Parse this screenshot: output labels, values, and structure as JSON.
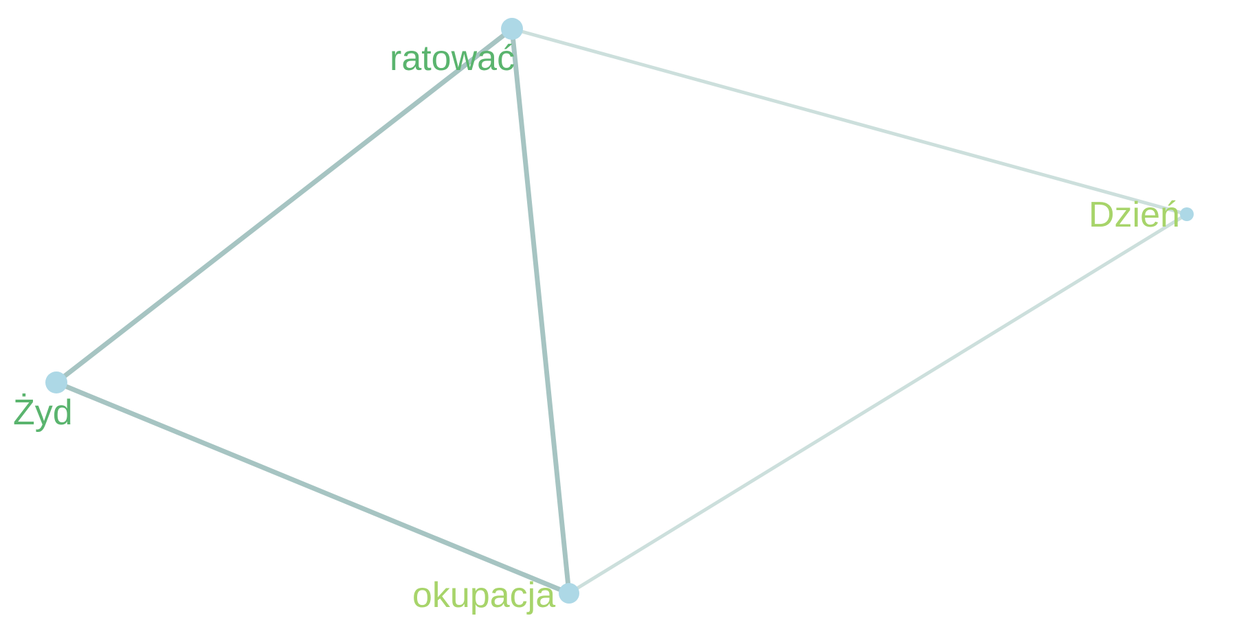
{
  "graph": {
    "colors": {
      "node_fill": "#add8e6",
      "edge_strong": "#a6c4c2",
      "edge_light": "#ccdfdc",
      "label_dark": "#5ab46e",
      "label_light": "#a7d46a"
    },
    "nodes": [
      {
        "id": "ratowac",
        "label": "ratować"
      },
      {
        "id": "dzien",
        "label": "Dzień"
      },
      {
        "id": "zyd",
        "label": "Żyd"
      },
      {
        "id": "okupacja",
        "label": "okupacja"
      }
    ],
    "edges": [
      {
        "source": "ratowac",
        "target": "zyd"
      },
      {
        "source": "ratowac",
        "target": "okupacja"
      },
      {
        "source": "ratowac",
        "target": "dzien"
      },
      {
        "source": "zyd",
        "target": "okupacja"
      },
      {
        "source": "dzien",
        "target": "okupacja"
      }
    ]
  }
}
